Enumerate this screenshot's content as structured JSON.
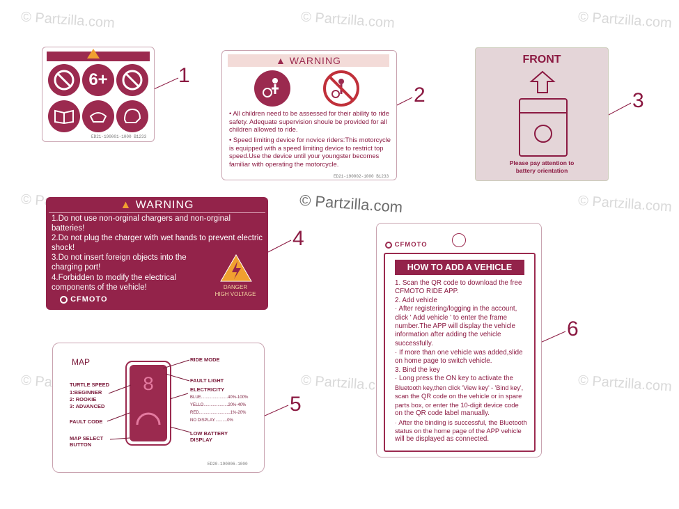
{
  "watermarks": {
    "corner": "© Partzilla.com",
    "center": "© Partzilla.com"
  },
  "callouts": [
    "1",
    "2",
    "3",
    "4",
    "5",
    "6"
  ],
  "label1": {
    "badge": "6+",
    "code": "ED21-190001-1000    B1233"
  },
  "label2": {
    "title": "WARNING",
    "text1": "• All children need to be assessed for their ability to ride safety. Adequate supervision shoule be provided for all children allowed to ride.",
    "text2": "• Speed limiting device for novice riders:This motorcycle is equipped with a speed limiting device to restrict top speed.Use the device until your youngster becomes familiar with operating the motorcycle.",
    "code": "ED21-190002-1000    B1233"
  },
  "label3": {
    "title": "FRONT",
    "note_line1": "Please pay attention to",
    "note_line2": "battery orientation"
  },
  "label4": {
    "title": "WARNING",
    "items": [
      "1.Do not use non-orginal chargers and non-orginal batteries!",
      "2.Do not plug the charger with wet hands to prevent electric shock!",
      "3.Do not insert foreign objects into the charging port!",
      "4.Forbidden to modify the electrical components of the vehicle!"
    ],
    "brand": "CFMOTO",
    "danger_line1": "DANGER",
    "danger_line2": "HIGH VOLTAGE"
  },
  "label5": {
    "title": "MAP",
    "turtle_speed": "TURTLE SPEED",
    "beginner": "1:BEGINNER",
    "rookie": "2: ROOKIE",
    "advanced": "3: ADVANCED",
    "fault_code": "FAULT CODE",
    "map_select_1": "MAP SELECT",
    "map_select_2": "BUTTON",
    "ride_mode": "RIDE MODE",
    "fault_light": "FAULT LIGHT",
    "electricity": "ELECTRICITY",
    "blue": "BLUE.......................40%-100%",
    "yello": "YELLO.....................20%-40%",
    "red": "RED...........................1%-20%",
    "no_display": "NO DISPLAY...........0%",
    "low_battery_1": "LOW BATTERY",
    "low_battery_2": "DISPLAY",
    "digit": "8",
    "code": "ED20-190006-1000"
  },
  "label6": {
    "brand": "CFMOTO",
    "title": "HOW TO ADD A VEHICLE",
    "lines": [
      "1. Scan the QR code to download the free",
      "    CFMOTO RIDE APP.",
      "2. Add vehicle",
      " · After registering/logging in the account,",
      "    click ' Add vehicle ' to enter the frame",
      "    number.The APP will display the vehicle",
      "    information after adding the vehicle",
      "    successfully.",
      " · If more than one vehicle was added,slide",
      "    on home page to switch vehicle.",
      "3. Bind the key",
      " · Long press the ON key to activate the",
      "    Bluetooth key,then click 'View key' - 'Bind key',",
      "    scan the QR code on the vehicle or in spare",
      "    parts box, or enter the 10-digit device code",
      "    on the QR code label manually.",
      " · After the binding is successful, the Bluetooth",
      "    status on the home page of the APP vehicle",
      "    will be displayed as connected."
    ]
  },
  "colors": {
    "brand": "#9b2a4f",
    "warning_yellow": "#f0a030",
    "label3_bg": "#e4d5d8"
  }
}
